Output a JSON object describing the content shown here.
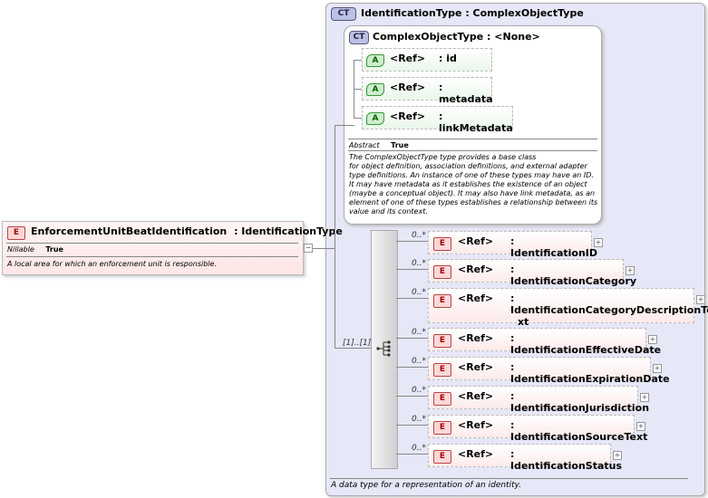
{
  "root": {
    "icon": "E",
    "title": "EnforcementUnitBeatIdentification",
    "type": ": IdentificationType",
    "nillable_key": "Nillable",
    "nillable_val": "True",
    "doc": "A local area for which an enforcement unit is responsible."
  },
  "outer_type": {
    "icon": "CT",
    "title": "IdentificationType : ComplexObjectType",
    "doc": "A data type for a representation of an identity."
  },
  "inner_type": {
    "icon": "CT",
    "title": "ComplexObjectType : <None>",
    "abstract_key": "Abstract",
    "abstract_val": "True",
    "doc_lines": [
      "The ComplexObjectType type provides a base class",
      "for object definition, association definitions, and external adapter",
      "type definitions. An instance of one of these types may have an ID.",
      "It may have metadata as it establishes the existence of an object",
      "(maybe a conceptual object). It may also have link metadata, as an",
      "element of one of these types establishes a relationship between its",
      "value and its context."
    ],
    "attributes": [
      {
        "icon": "A",
        "tag": "<Ref>",
        "name": ": id"
      },
      {
        "icon": "A",
        "tag": "<Ref>",
        "name": ": metadata"
      },
      {
        "icon": "A",
        "tag": "<Ref>",
        "name": ": linkMetadata"
      }
    ]
  },
  "sequence": {
    "multiplicity": "[1]..[1]",
    "icon": "sequence-icon"
  },
  "children": [
    {
      "mult": "0..*",
      "icon": "E",
      "tag": "<Ref>",
      "name": ": IdentificationID",
      "name2": ""
    },
    {
      "mult": "0..*",
      "icon": "E",
      "tag": "<Ref>",
      "name": ": IdentificationCategory",
      "name2": ""
    },
    {
      "mult": "0..*",
      "icon": "E",
      "tag": "<Ref>",
      "name": ": IdentificationCategoryDescriptionTe",
      "name2": "xt"
    },
    {
      "mult": "0..*",
      "icon": "E",
      "tag": "<Ref>",
      "name": ": IdentificationEffectiveDate",
      "name2": ""
    },
    {
      "mult": "0..*",
      "icon": "E",
      "tag": "<Ref>",
      "name": ": IdentificationExpirationDate",
      "name2": ""
    },
    {
      "mult": "0..*",
      "icon": "E",
      "tag": "<Ref>",
      "name": ": IdentificationJurisdiction",
      "name2": ""
    },
    {
      "mult": "0..*",
      "icon": "E",
      "tag": "<Ref>",
      "name": ": IdentificationSourceText",
      "name2": ""
    },
    {
      "mult": "0..*",
      "icon": "E",
      "tag": "<Ref>",
      "name": ": IdentificationStatus",
      "name2": ""
    }
  ],
  "colors": {
    "outer_bg": "#e8e8f8",
    "element_icon": "#fbd8d8",
    "attribute_icon": "#cfeccf"
  }
}
